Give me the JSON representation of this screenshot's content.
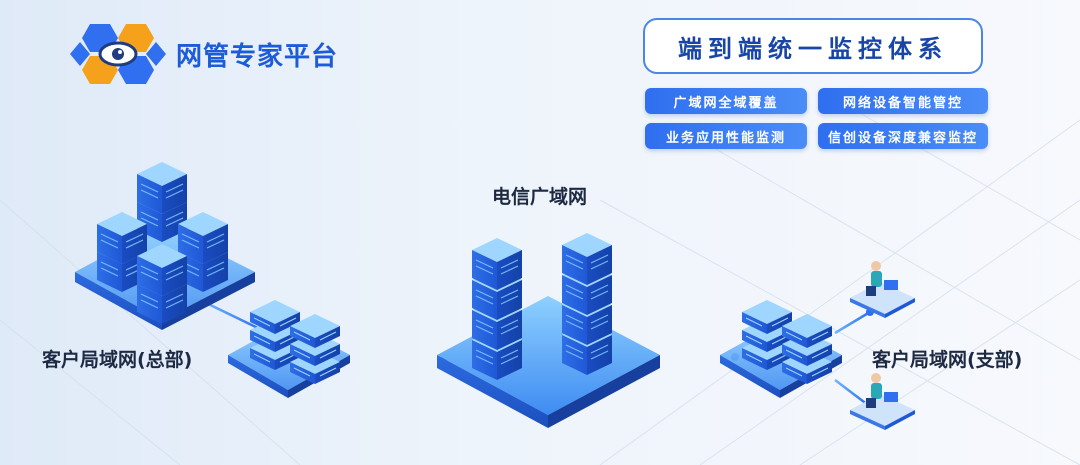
{
  "brand": {
    "name": "网管专家平台"
  },
  "headline": "端到端统一监控体系",
  "features": [
    "广域网全域覆盖",
    "网络设备智能管控",
    "业务应用性能监测",
    "信创设备深度兼容监控"
  ],
  "nodes": {
    "wan": "电信广域网",
    "hq": "客户局域网(总部)",
    "branch": "客户局域网(支部)"
  },
  "colors": {
    "primary": "#1d5bd8",
    "accent": "#2f6ff0",
    "server_top": "#7fc3ff",
    "server_side": "#1f58d6"
  }
}
